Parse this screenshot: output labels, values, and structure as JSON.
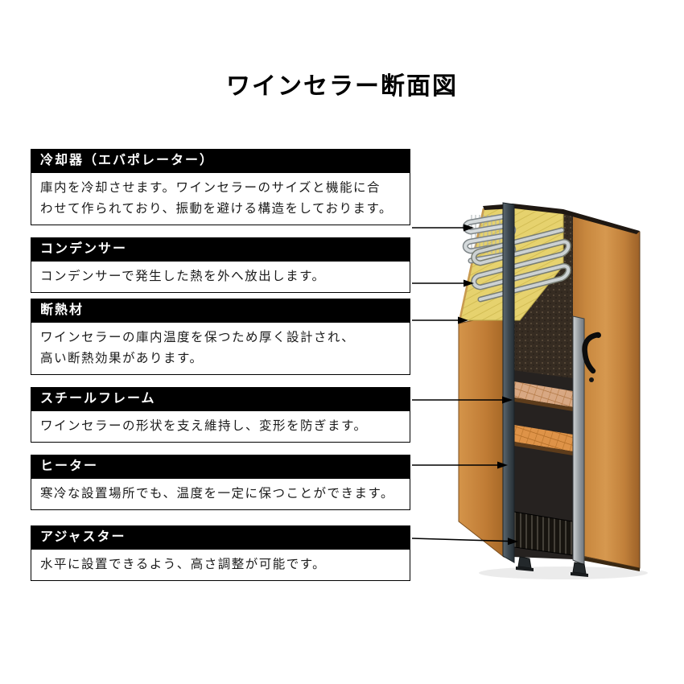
{
  "page": {
    "title": "ワインセラー断面図",
    "background": "#ffffff"
  },
  "sections": [
    {
      "label": "冷却器（エバポレーター）",
      "description": "庫内を冷却させます。ワインセラーのサイズと機能に合\nわせて作られており、振動を避ける構造をしております。"
    },
    {
      "label": "コンデンサー",
      "description": "コンデンサーで発生した熱を外へ放出します。"
    },
    {
      "label": "断熱材",
      "description": "ワインセラーの庫内温度を保つため厚く設計され、\n高い断熱効果があります。"
    },
    {
      "label": "スチールフレーム",
      "description": "ワインセラーの形状を支え維持し、変形を防ぎます。"
    },
    {
      "label": "ヒーター",
      "description": "寒冷な設置場所でも、温度を一定に保つことができます。"
    },
    {
      "label": "アジャスター",
      "description": "水平に設置できるよう、高さ調整が可能です。"
    }
  ],
  "illustration": {
    "name": "wine-cellar-cross-section",
    "parts": [
      "evaporator-coil",
      "condenser-coil",
      "insulation-layer",
      "steel-frame",
      "wine-shelf",
      "heater-grate",
      "adjuster-foot",
      "door-panel",
      "door-handle",
      "side-panel"
    ],
    "colors": {
      "wood": "#c2803f",
      "wood_light": "#d6984f",
      "insulation": "#e6d26e",
      "steel_frame": "#3d4850",
      "interior": "#2a2522",
      "coil": "#ccd1d2",
      "shelf": "#d99f66",
      "door_edge": "#9aa0a4",
      "handle": "#111111",
      "arrow": "#000000"
    }
  }
}
